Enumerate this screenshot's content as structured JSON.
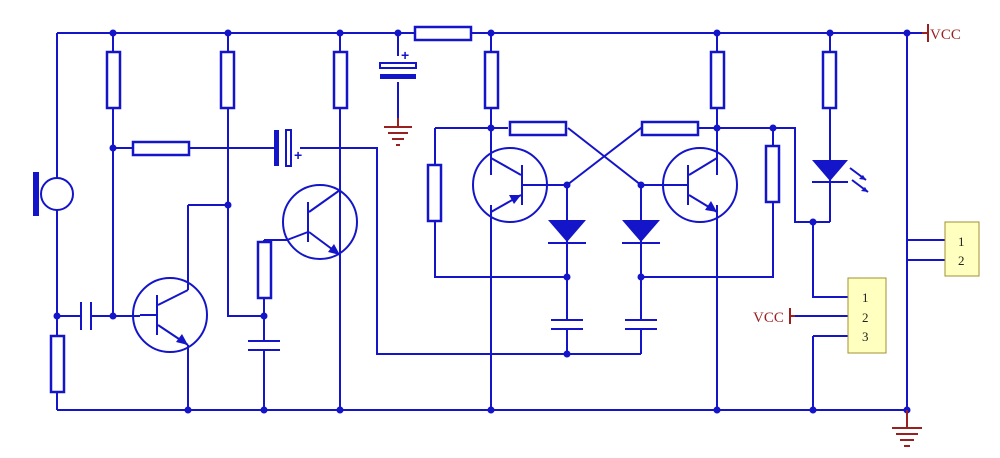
{
  "labels": {
    "vcc_top": "VCC",
    "vcc_left": "VCC",
    "plus_sign": "+",
    "connector_right_pins": [
      "1",
      "2"
    ],
    "connector_mid_pins": [
      "1",
      "2",
      "3"
    ]
  },
  "colors": {
    "wire": "#1414c8",
    "power_ground": "#9a1f1f",
    "connector_fill": "#ffffc0"
  }
}
